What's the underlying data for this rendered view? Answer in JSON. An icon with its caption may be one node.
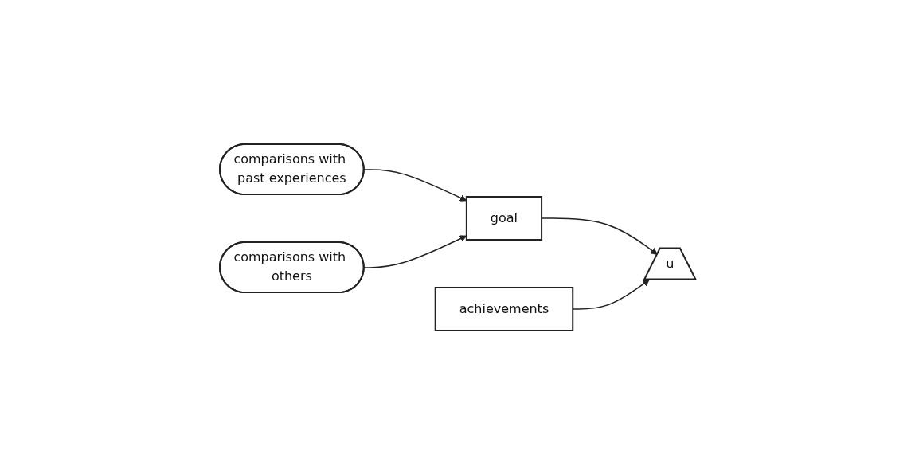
{
  "diagram": {
    "nodes": [
      {
        "text": [
          "comparisons with past experiences"
        ]
      },
      {
        "text": [
          "comparisons with others"
        ]
      },
      {
        "text": [
          "goal"
        ]
      },
      {
        "text": [
          "achievements"
        ]
      },
      {
        "text": [
          "u"
        ]
      }
    ],
    "edges": [
      {
        "from": 0,
        "to": 2,
        "arrow": "to"
      },
      {
        "from": 1,
        "to": 2,
        "arrow": "to"
      },
      {
        "from": 2,
        "to": 4,
        "arrow": "to"
      },
      {
        "from": 3,
        "to": 4,
        "arrow": "to"
      }
    ]
  }
}
